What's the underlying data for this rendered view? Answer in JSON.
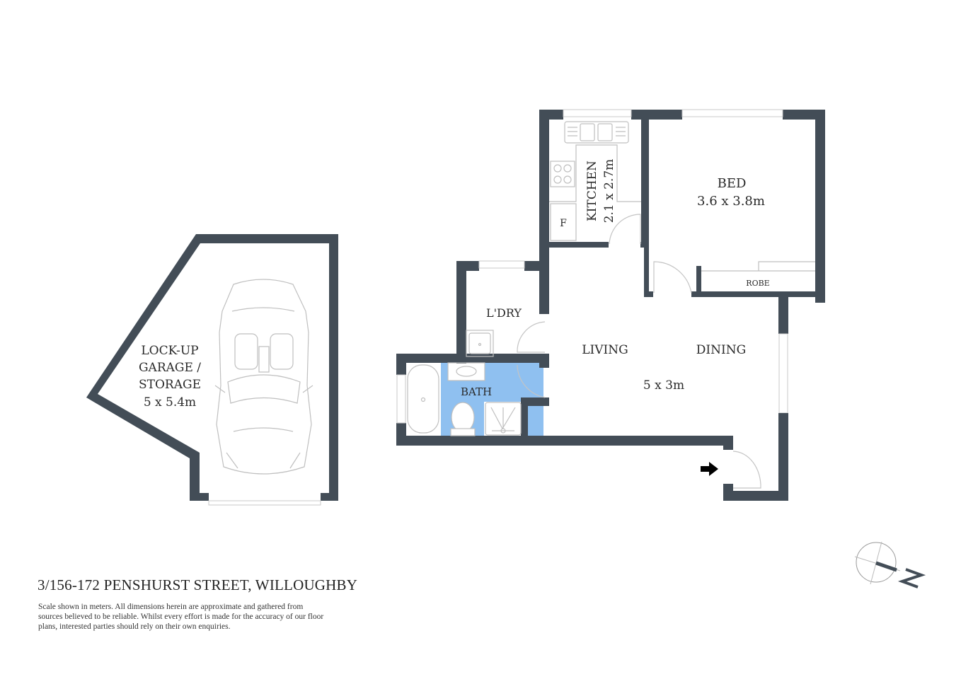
{
  "property": {
    "address": "3/156-172 PENSHURST STREET, WILLOUGHBY",
    "disclaimer_lines": [
      "Scale shown in meters. All dimensions herein are approximate and gathered from",
      "sources believed to be  reliable. Whilst every effort is made for the accuracy of our floor",
      "plans, interested parties should rely on their own enquiries."
    ]
  },
  "rooms": {
    "garage": {
      "line1": "LOCK-UP",
      "line2": "GARAGE /",
      "line3": "STORAGE",
      "dims": "5 x 5.4m"
    },
    "kitchen": {
      "name": "KITCHEN",
      "dims": "2.1 x 2.7m",
      "fridge_label": "F"
    },
    "bed": {
      "name": "BED",
      "dims": "3.6 x 3.8m"
    },
    "robe": {
      "name": "ROBE"
    },
    "laundry": {
      "name": "L'DRY"
    },
    "bath": {
      "name": "BATH"
    },
    "living": {
      "name": "LIVING"
    },
    "dining": {
      "name": "DINING"
    },
    "living_dining": {
      "dims": "5 x 3m"
    }
  },
  "colors": {
    "wall": "#434d57",
    "wet_area": "#8fc0f0",
    "fixture_line": "#bfbfbf"
  },
  "icons": {
    "compass": "north-compass-icon",
    "entry": "entry-arrow-icon",
    "car": "car-icon"
  },
  "compass": {
    "label": "N"
  }
}
